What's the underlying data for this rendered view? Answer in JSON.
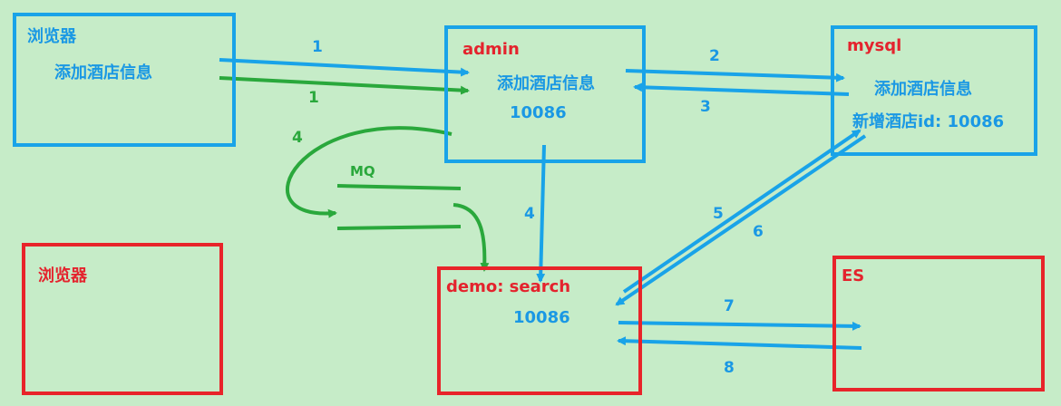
{
  "nodes": {
    "browser_top": {
      "title": "浏览器",
      "text": "添加酒店信息"
    },
    "admin": {
      "title": "admin",
      "text": "添加酒店信息",
      "id": "10086"
    },
    "mysql": {
      "title": "mysql",
      "text": "添加酒店信息",
      "id_line": "新增酒店id: 10086"
    },
    "browser_bottom": {
      "title": "浏览器"
    },
    "search": {
      "title": "demo: search",
      "id": "10086"
    },
    "es": {
      "title": "ES"
    }
  },
  "mq_label": "MQ",
  "steps": {
    "s1_blue": "1",
    "s1_green": "1",
    "s2": "2",
    "s3": "3",
    "s4_green": "4",
    "s4_blue": "4",
    "s5": "5",
    "s6": "6",
    "s7": "7",
    "s8": "8"
  },
  "colors": {
    "blue": "#19a3e8",
    "red": "#e8242a",
    "green": "#2aa83c",
    "background": "#c6ecc8"
  }
}
